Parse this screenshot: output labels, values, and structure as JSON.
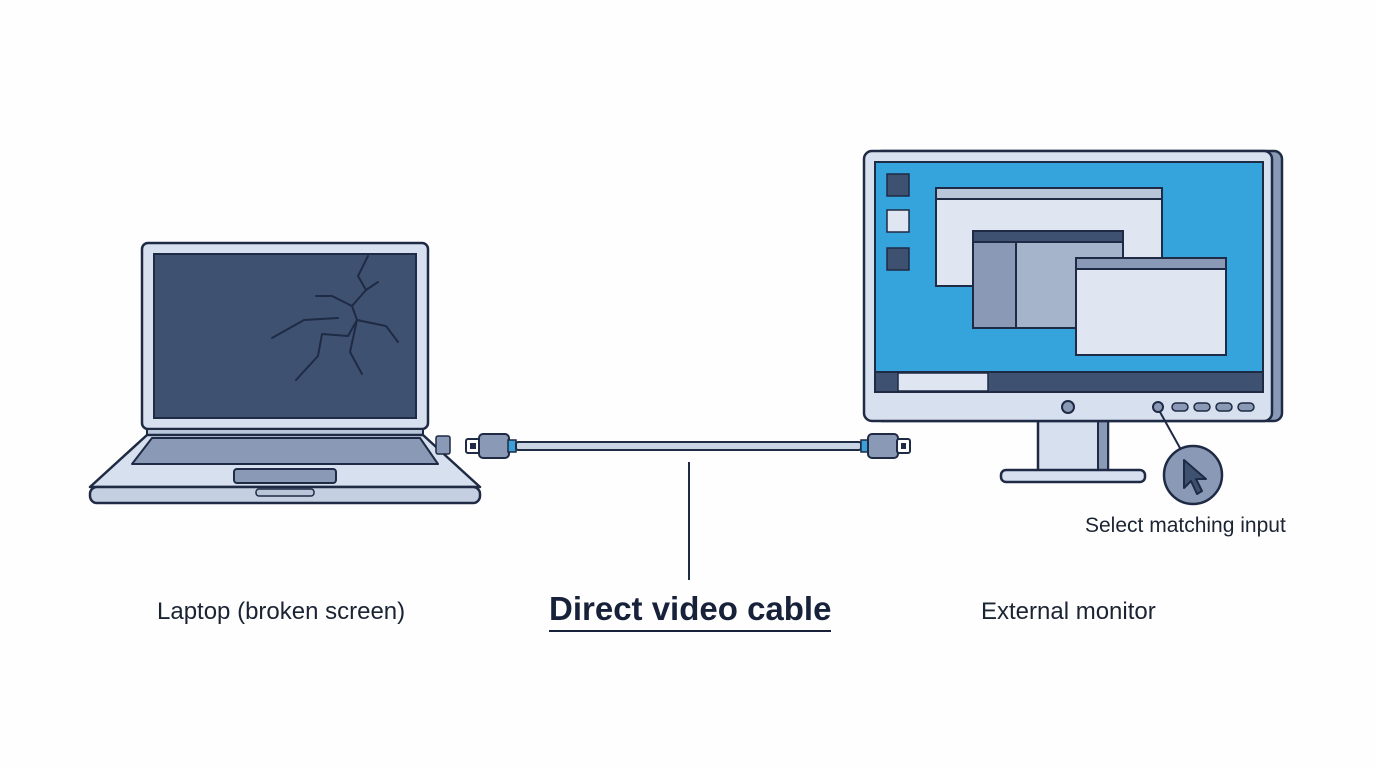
{
  "labels": {
    "laptop": "Laptop (broken screen)",
    "cable": "Direct video cable",
    "monitor": "External monitor",
    "input_hint": "Select matching input"
  },
  "colors": {
    "outline": "#1f2a44",
    "device_body": "#d7e0ee",
    "laptop_screen": "#3f5170",
    "monitor_screen": "#35a4dd",
    "window_fill": "#dfe6f1",
    "window_dark": "#8a9ab6",
    "cable_accent": "#3aa0d8",
    "text": "#1b2433"
  },
  "icons": {
    "laptop": "laptop-icon",
    "monitor": "monitor-icon",
    "cursor": "cursor-icon",
    "crack": "screen-crack-icon"
  }
}
